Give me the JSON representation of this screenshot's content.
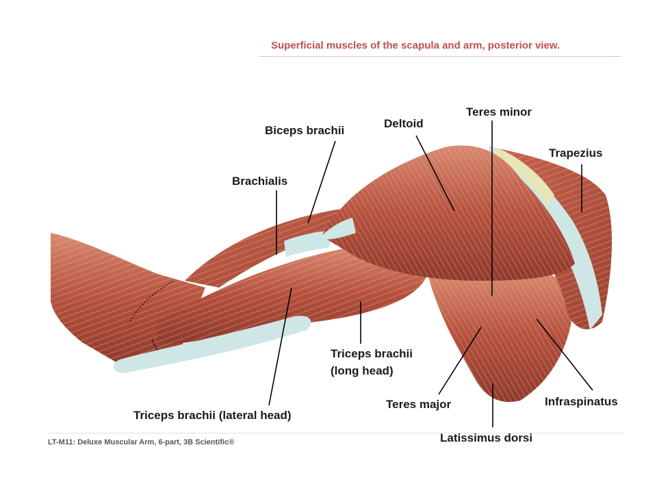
{
  "title": "Superficial muscles of the scapula and arm, posterior view.",
  "caption": "LT-M11: Deluxe Muscular Arm, 6-part, 3B Scientific®",
  "labels": {
    "biceps_brachii": "Biceps brachii",
    "deltoid": "Deltoid",
    "teres_minor": "Teres minor",
    "trapezius": "Trapezius",
    "brachialis": "Brachialis",
    "triceps_long_line1": "Triceps brachii",
    "triceps_long_line2": "(long head)",
    "triceps_lateral": "Triceps brachii (lateral head)",
    "teres_major": "Teres major",
    "infraspinatus": "Infraspinatus",
    "latissimus_dorsi": "Latissimus dorsi"
  },
  "colors": {
    "title": "#c0504d",
    "muscle": "#b5513e",
    "muscle_light": "#d47a62",
    "tendon": "#cfe6e6",
    "leader_line": "#000000"
  }
}
